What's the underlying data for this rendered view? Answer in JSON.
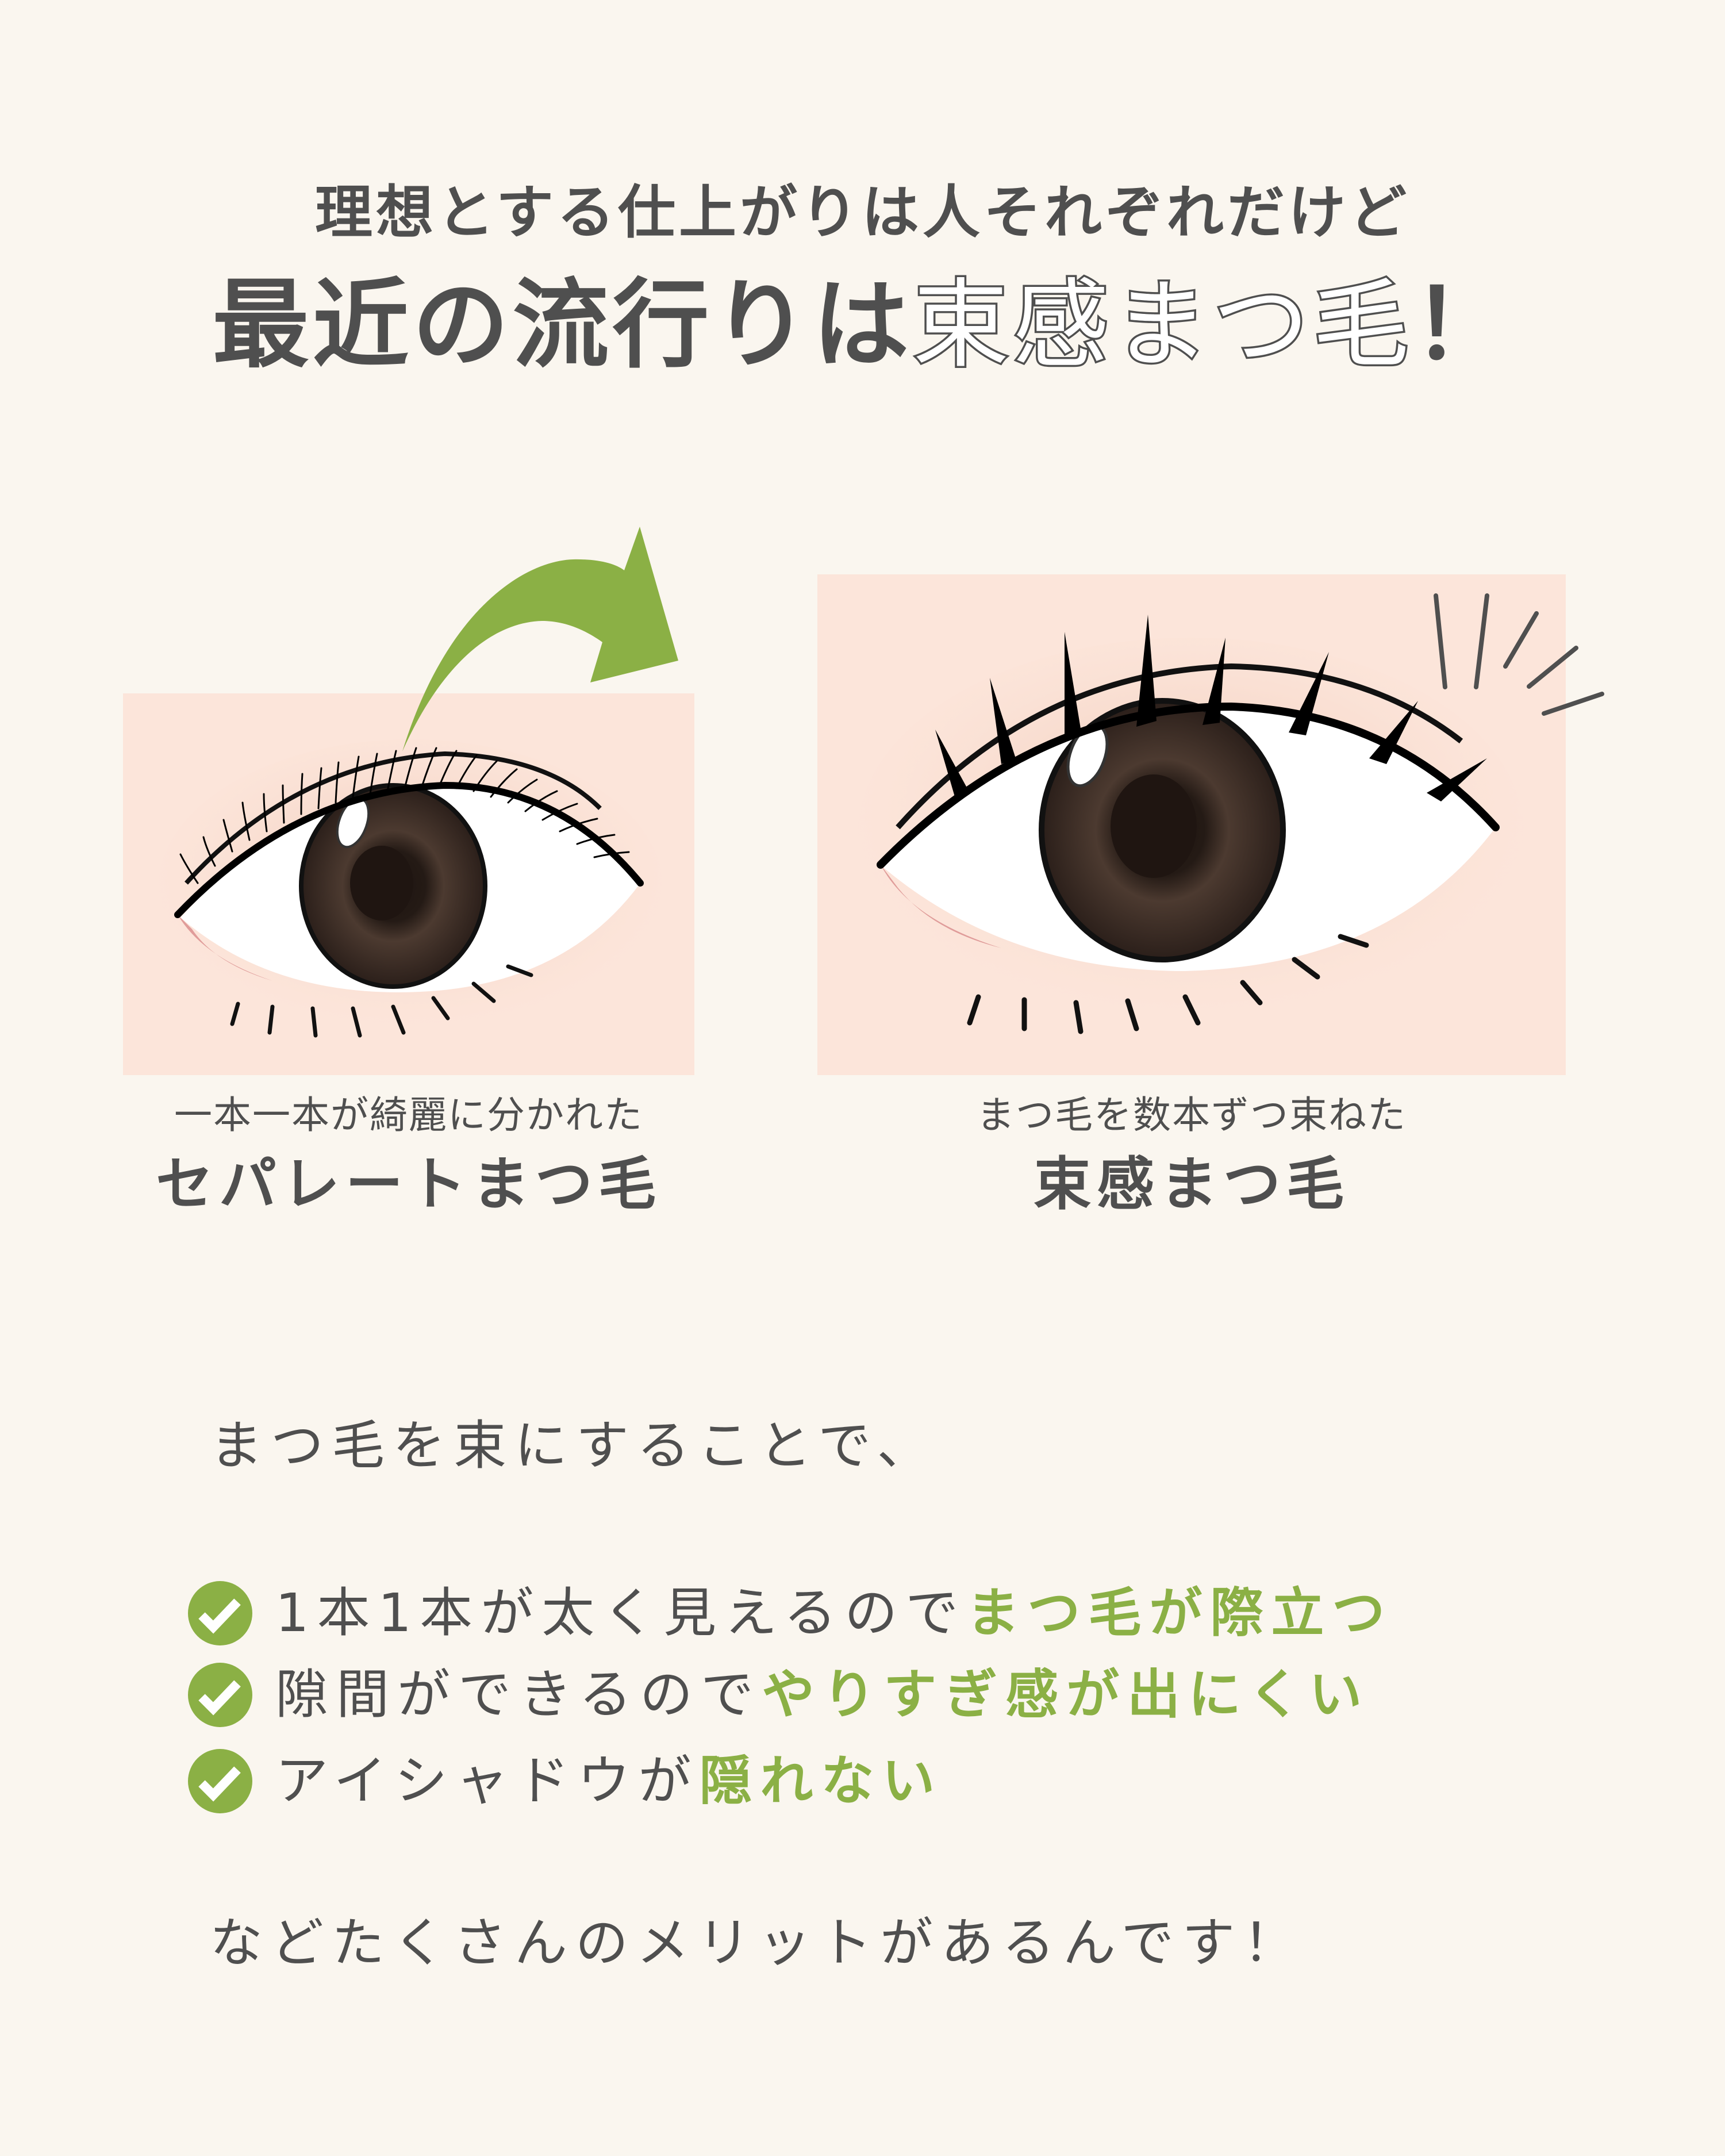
{
  "header": {
    "subtitle": "理想とする仕上がりは人それぞれだけど",
    "headline_plain": "最近の流行りは",
    "headline_outline": "束感まつ毛",
    "headline_mark": "！"
  },
  "comparison": {
    "left": {
      "caption_small": "一本一本が綺麗に分かれた",
      "caption_big": "セパレートまつ毛",
      "illustration": "separate-lashes-eye"
    },
    "right": {
      "caption_small": "まつ毛を数本ずつ束ねた",
      "caption_big": "束感まつ毛",
      "illustration": "bundled-lashes-eye"
    },
    "arrow": "curved-arrow-right",
    "sparkle": "emphasis-lines"
  },
  "body": {
    "intro": "まつ毛を束にすることで、",
    "benefits": [
      {
        "icon": "check-circle-icon",
        "text": "1本1本が太く見えるので",
        "highlight": "まつ毛が際立つ"
      },
      {
        "icon": "check-circle-icon",
        "text": "隙間ができるので",
        "highlight": "やりすぎ感が出にくい"
      },
      {
        "icon": "check-circle-icon",
        "text": "アイシャドウが",
        "highlight": "隠れない"
      }
    ],
    "outro": "などたくさんのメリットがあるんです！"
  },
  "colors": {
    "background": "#faf6ef",
    "panel": "#fce5da",
    "text": "#4f4f4f",
    "accent_green": "#8bb045",
    "iris": "#3a2a22"
  }
}
